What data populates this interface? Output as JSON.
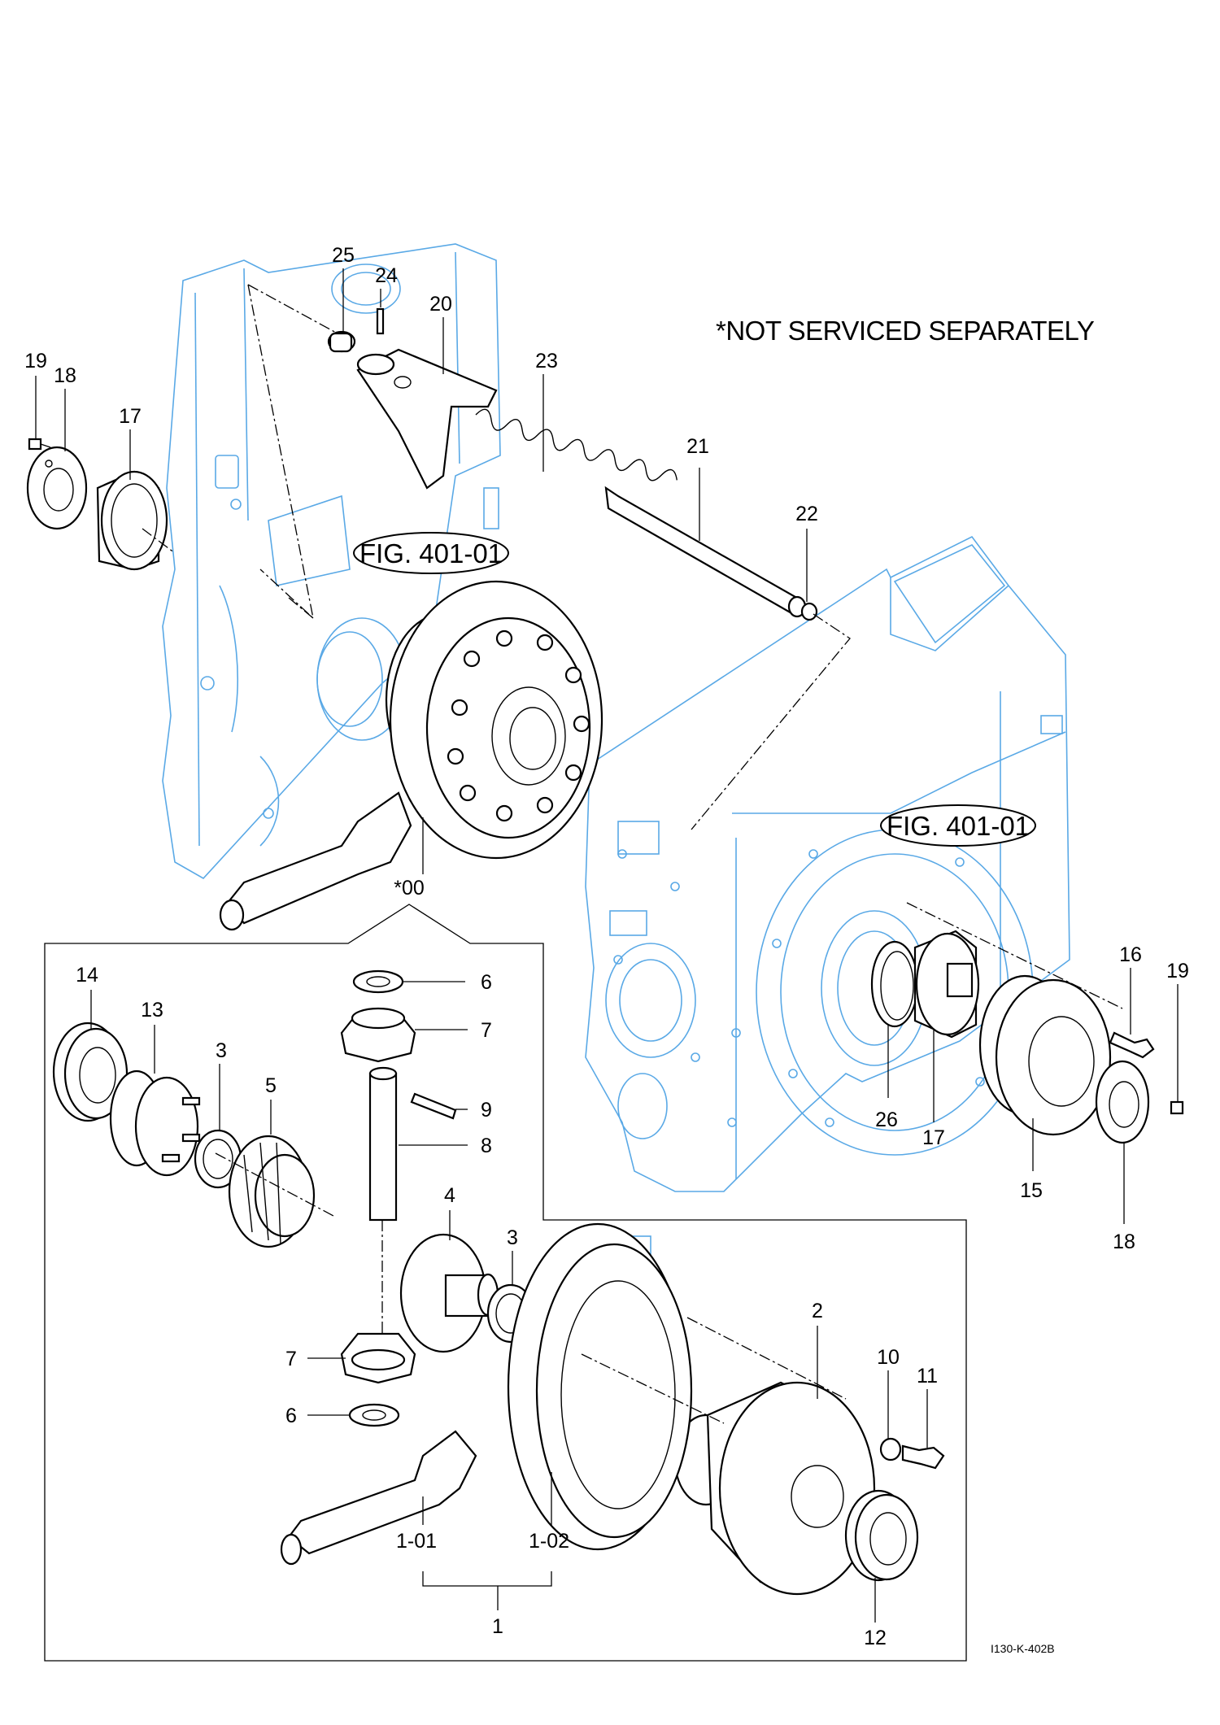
{
  "note": "*NOT SERVICED SEPARATELY",
  "figure_refs": [
    "FIG. 401-01",
    "FIG. 401-01"
  ],
  "assembly_callout": "*00",
  "drawing_code": "I130-K-402B",
  "callouts": {
    "c25": "25",
    "c24": "24",
    "c20": "20",
    "c23": "23",
    "c21": "21",
    "c22": "22",
    "c19a": "19",
    "c18a": "18",
    "c17a": "17",
    "c16": "16",
    "c19b": "19",
    "c26": "26",
    "c17b": "17",
    "c15": "15",
    "c18b": "18",
    "c14": "14",
    "c13": "13",
    "c3a": "3",
    "c5": "5",
    "c6a": "6",
    "c7a": "7",
    "c9": "9",
    "c8": "8",
    "c4": "4",
    "c3b": "3",
    "c7b": "7",
    "c6b": "6",
    "c2": "2",
    "c10": "10",
    "c11": "11",
    "c1_01": "1-01",
    "c1_02": "1-02",
    "c1": "1",
    "c12": "12"
  },
  "colors": {
    "housing_line": "#5aa9e6",
    "part_line": "#000000"
  }
}
